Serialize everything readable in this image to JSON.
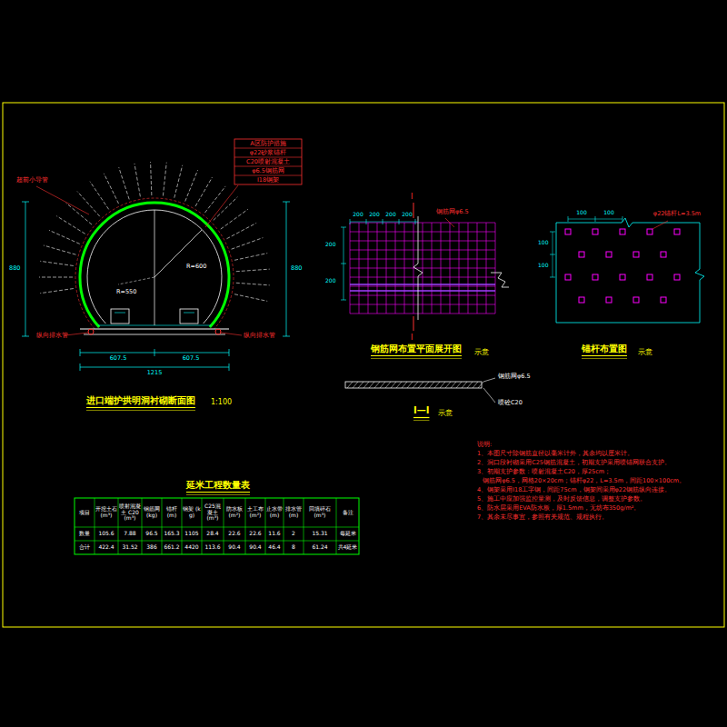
{
  "diagram": {
    "labels": [
      "进口端护拱明洞衬砌断面图",
      "1:100",
      "A区防护措施",
      "φ22砂浆锚杆",
      "C20喷射混凝土",
      "φ6.5钢筋网",
      "I18钢架",
      "超前小导管",
      "纵向排水管",
      "纵向排水管",
      "880",
      "880",
      "1215",
      "607.5",
      "607.5",
      "R=600",
      "R=550",
      "钢筋网布置平面展开图",
      "示意",
      "I",
      "I",
      "钢筋网φ6.5",
      "200",
      "200",
      "200",
      "200",
      "200",
      "200",
      "锚杆布置图",
      "示意",
      "φ22锚杆L=3.5m",
      "100",
      "100",
      "100",
      "100",
      "I—I",
      "示意",
      "钢筋网φ6.5",
      "喷砼C20",
      "延米工程数量表",
      "项目",
      "开挖土石 (m³)",
      "喷射混凝土 C20 (m³)",
      "钢筋网 (kg)",
      "锚杆 (m)",
      "钢架 (kg)",
      "C25混凝土 (m³)",
      "防水板 (m²)",
      "土工布 (m²)",
      "止水带 (m)",
      "排水管 (m)",
      "回填碎石 (m³)",
      "备注",
      "数量",
      "105.6",
      "7.88",
      "96.5",
      "165.3",
      "1105",
      "28.4",
      "22.6",
      "22.6",
      "11.6",
      "2",
      "15.31",
      "每延米",
      "合计",
      "422.4",
      "31.52",
      "386",
      "661.2",
      "4420",
      "113.6",
      "90.4",
      "90.4",
      "46.4",
      "8",
      "61.24",
      "共4延米",
      "说明:",
      "1、本图尺寸除钢筋直径以毫米计外，其余均以厘米计。",
      "2、洞口段衬砌采用C25钢筋混凝土，初期支护采用喷锚网联合支护。",
      "3、初期支护参数：喷射混凝土C20，厚25cm；",
      "   钢筋网φ6.5，网格20×20cm；锚杆φ22，L=3.5m，间距100×100cm。",
      "4、钢架采用I18工字钢，间距75cm，钢架间采用φ22钢筋纵向连接。",
      "5、施工中应加强监控量测，及时反馈信息，调整支护参数。",
      "6、防水层采用EVA防水板，厚1.5mm，无纺布350g/m²。",
      "7、其余未尽事宜，参照有关规范、规程执行。"
    ]
  }
}
